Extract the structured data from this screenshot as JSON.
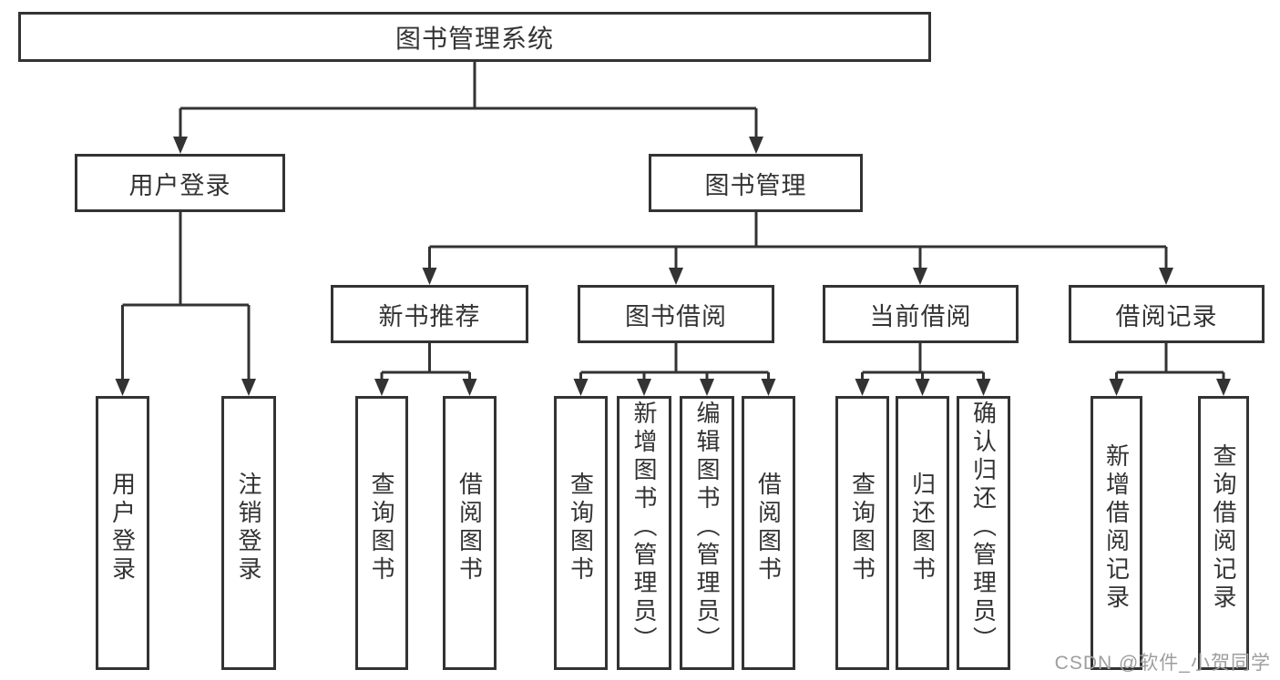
{
  "tree": {
    "label": "图书管理系统",
    "children": [
      {
        "label": "用户登录",
        "children": [
          {
            "label": "用户登录"
          },
          {
            "label": "注销登录"
          }
        ]
      },
      {
        "label": "图书管理",
        "children": [
          {
            "label": "新书推荐",
            "children": [
              {
                "label": "查询图书"
              },
              {
                "label": "借阅图书"
              }
            ]
          },
          {
            "label": "图书借阅",
            "children": [
              {
                "label": "查询图书"
              },
              {
                "label": "新增图书（管理员）"
              },
              {
                "label": "编辑图书（管理员）"
              },
              {
                "label": "借阅图书"
              }
            ]
          },
          {
            "label": "当前借阅",
            "children": [
              {
                "label": "查询图书"
              },
              {
                "label": "归还图书"
              },
              {
                "label": "确认归还（管理员）"
              }
            ]
          },
          {
            "label": "借阅记录",
            "children": [
              {
                "label": "新增借阅记录"
              },
              {
                "label": "查询借阅记录"
              }
            ]
          }
        ]
      }
    ]
  },
  "watermark": {
    "text": "CSDN @软件_小贺同学"
  },
  "colors": {
    "line": "#333333",
    "text": "#333333",
    "box_fill": "#ffffff",
    "background": "#ffffff",
    "watermark": "#9e9e9e"
  }
}
